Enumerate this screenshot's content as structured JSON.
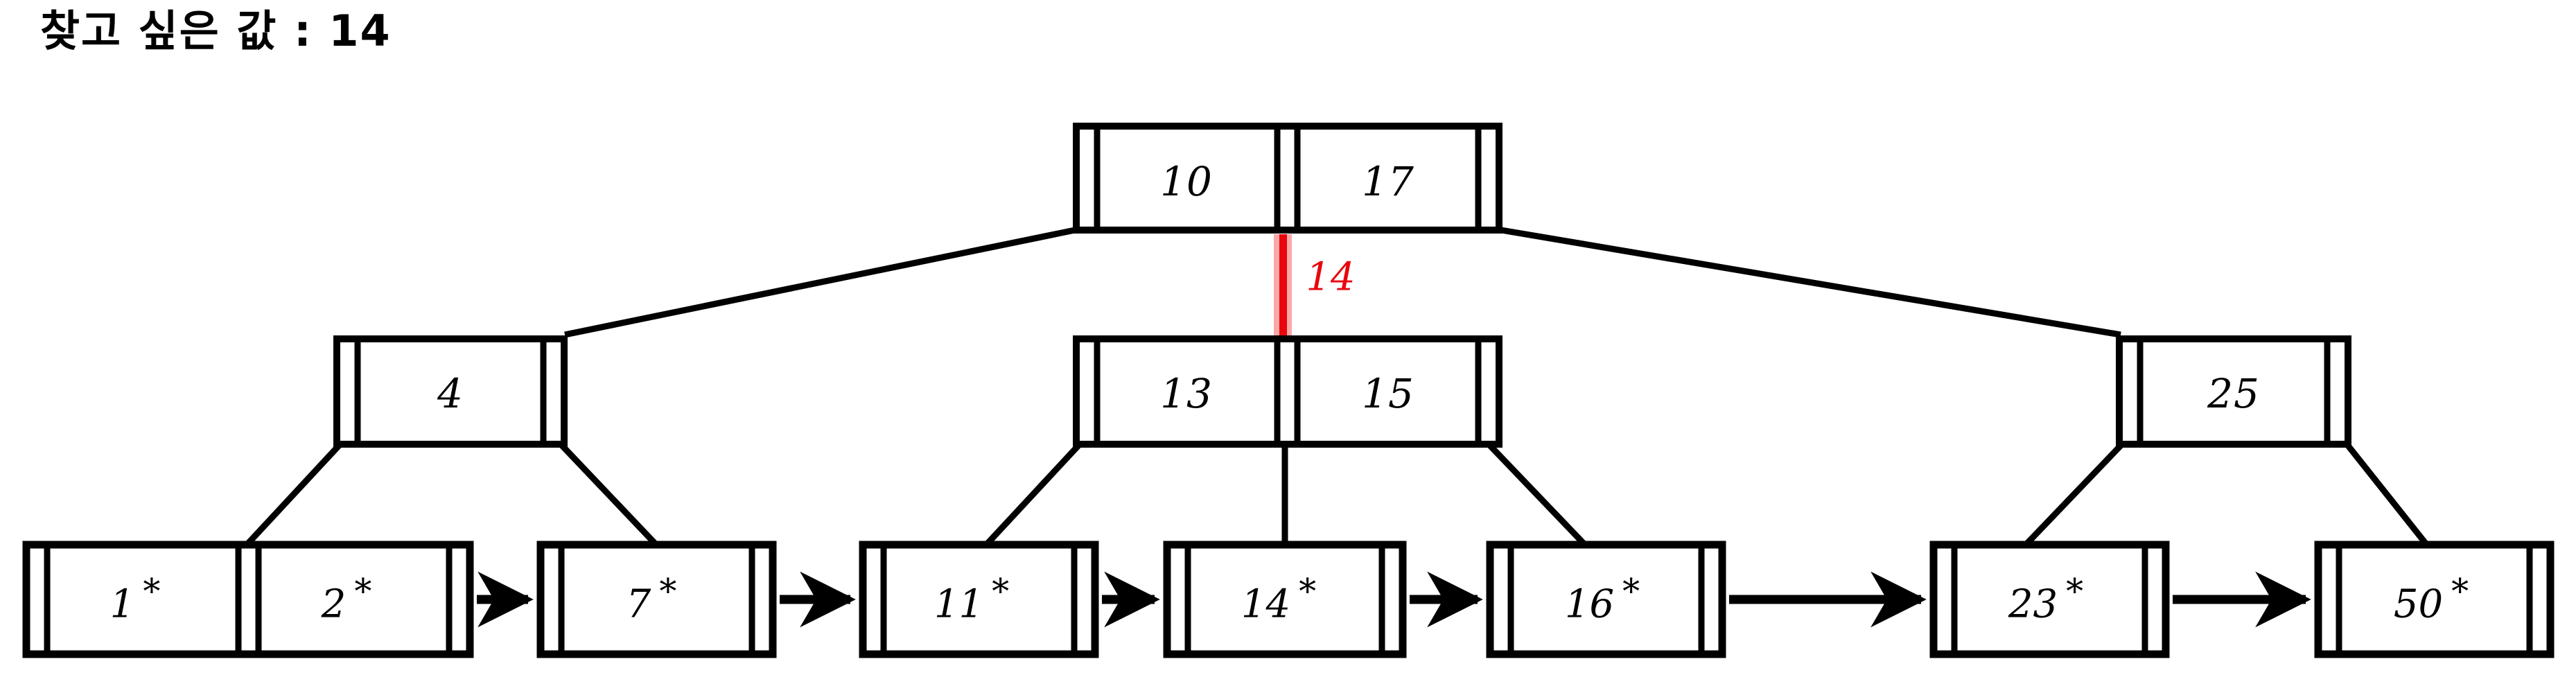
{
  "title": "찾고 싶은 값 : 14",
  "search": {
    "target_value": "14",
    "marker_label": "14",
    "marker_color": "#e8060c",
    "halo_color": "#f9a8a8"
  },
  "diagram": {
    "type": "b-plus-tree-search",
    "levels": 3,
    "stroke_color": "#000000",
    "background": "#ffffff"
  },
  "root": {
    "keys": [
      "10",
      "17"
    ],
    "pointer_slots": 3,
    "highlighted_pointer_index": 1
  },
  "internal": [
    {
      "keys": [
        "4"
      ],
      "pointer_slots": 2
    },
    {
      "keys": [
        "13",
        "15"
      ],
      "pointer_slots": 3,
      "highlighted": true
    },
    {
      "keys": [
        "25"
      ],
      "pointer_slots": 2
    }
  ],
  "leaves": [
    {
      "entries": [
        "1",
        "2"
      ],
      "marker": "*"
    },
    {
      "entries": [
        "7"
      ],
      "marker": "*"
    },
    {
      "entries": [
        "11"
      ],
      "marker": "*"
    },
    {
      "entries": [
        "14"
      ],
      "marker": "*",
      "highlighted": true
    },
    {
      "entries": [
        "16"
      ],
      "marker": "*"
    },
    {
      "entries": [
        "23"
      ],
      "marker": "*"
    },
    {
      "entries": [
        "50"
      ],
      "marker": "*"
    }
  ],
  "labels": {
    "root_key_0": "10",
    "root_key_1": "17",
    "internal_left_key_0": "4",
    "internal_mid_key_0": "13",
    "internal_mid_key_1": "15",
    "internal_right_key_0": "25",
    "leaf_0_e0": "1",
    "leaf_0_e1": "2",
    "leaf_1_e0": "7",
    "leaf_2_e0": "11",
    "leaf_3_e0": "14",
    "leaf_4_e0": "16",
    "leaf_5_e0": "23",
    "leaf_6_e0": "50",
    "star": "*"
  }
}
